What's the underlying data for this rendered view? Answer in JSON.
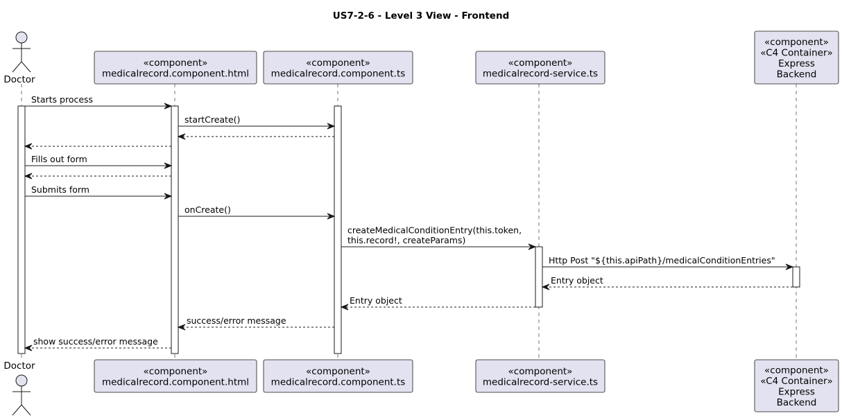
{
  "title": "US7-2-6 - Level 3 View - Frontend",
  "participants": [
    {
      "id": "doctor",
      "kind": "actor",
      "lines": [
        "Doctor"
      ]
    },
    {
      "id": "html",
      "kind": "component",
      "lines": [
        "«component»",
        "medicalrecord.component.html"
      ]
    },
    {
      "id": "ts",
      "kind": "component",
      "lines": [
        "«component»",
        "medicalrecord.component.ts"
      ]
    },
    {
      "id": "service",
      "kind": "component",
      "lines": [
        "«component»",
        "medicalrecord-service.ts"
      ]
    },
    {
      "id": "backend",
      "kind": "component",
      "lines": [
        "«component»",
        "«C4 Container»",
        "Express",
        "Backend"
      ]
    }
  ],
  "messages": [
    {
      "from": "doctor",
      "to": "html",
      "style": "solid",
      "lines": [
        "Starts process"
      ]
    },
    {
      "from": "html",
      "to": "ts",
      "style": "solid",
      "lines": [
        "startCreate()"
      ]
    },
    {
      "from": "ts",
      "to": "html",
      "style": "dashed",
      "lines": []
    },
    {
      "from": "html",
      "to": "doctor",
      "style": "dashed",
      "lines": []
    },
    {
      "from": "doctor",
      "to": "html",
      "style": "solid",
      "lines": [
        "Fills out form"
      ]
    },
    {
      "from": "html",
      "to": "doctor",
      "style": "dashed",
      "lines": []
    },
    {
      "from": "doctor",
      "to": "html",
      "style": "solid",
      "lines": [
        "Submits form"
      ]
    },
    {
      "from": "html",
      "to": "ts",
      "style": "solid",
      "lines": [
        "onCreate()"
      ]
    },
    {
      "from": "ts",
      "to": "service",
      "style": "solid",
      "lines": [
        "createMedicalConditionEntry(this.token,",
        "this.record!, createParams)"
      ]
    },
    {
      "from": "service",
      "to": "backend",
      "style": "solid",
      "lines": [
        "Http Post \"${this.apiPath}/medicalConditionEntries\""
      ]
    },
    {
      "from": "backend",
      "to": "service",
      "style": "dashed",
      "lines": [
        "Entry object"
      ]
    },
    {
      "from": "service",
      "to": "ts",
      "style": "dashed",
      "lines": [
        "Entry object"
      ]
    },
    {
      "from": "ts",
      "to": "html",
      "style": "dashed",
      "lines": [
        "success/error message"
      ]
    },
    {
      "from": "html",
      "to": "doctor",
      "style": "dashed",
      "lines": [
        "show success/error message"
      ]
    }
  ]
}
